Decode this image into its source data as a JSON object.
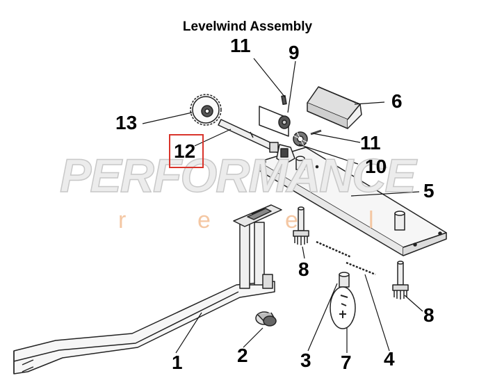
{
  "title": "Levelwind Assembly",
  "watermark": {
    "main": "PERFORMANCE",
    "sub_letters": [
      "r",
      "e",
      "e",
      "l"
    ]
  },
  "callouts": {
    "c1": "1",
    "c2": "2",
    "c3": "3",
    "c4": "4",
    "c5": "5",
    "c6": "6",
    "c7": "7",
    "c8a": "8",
    "c8b": "8",
    "c9": "9",
    "c10": "10",
    "c11a": "11",
    "c11b": "11",
    "c12": "12",
    "c13": "13"
  },
  "colors": {
    "highlight": "#d9342b",
    "line": "#222222",
    "watermark_sub": "#f4c7a3"
  }
}
